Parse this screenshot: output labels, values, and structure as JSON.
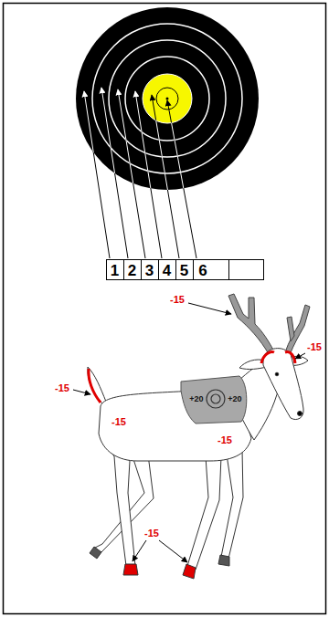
{
  "diagram": {
    "labels": [
      "1",
      "2",
      "3",
      "4",
      "5",
      "6",
      "-15",
      "-15",
      "-15",
      "+20",
      "+20",
      "-15",
      "-15",
      "-15"
    ]
  }
}
